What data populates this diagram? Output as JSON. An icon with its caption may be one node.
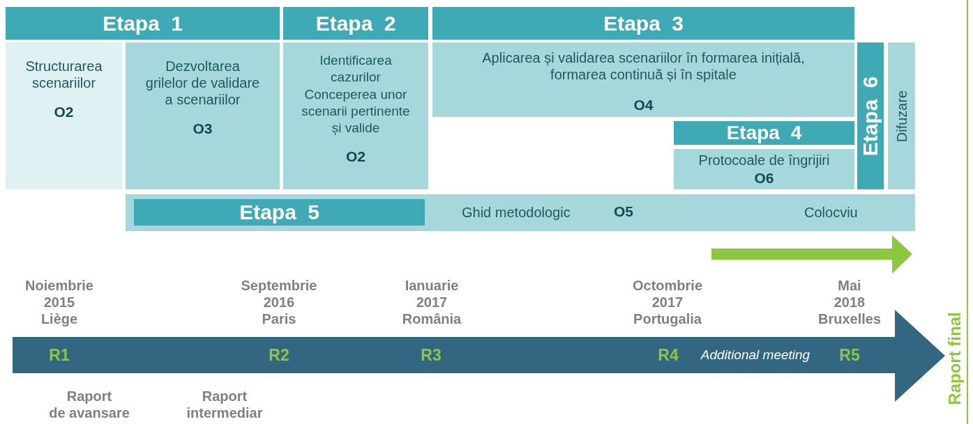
{
  "diagram": {
    "nodes": [
      {
        "text": [
          "Etapa 1"
        ]
      },
      {
        "text": [
          "Etapa 2"
        ]
      },
      {
        "text": [
          "Etapa 3"
        ]
      },
      {
        "text": [
          "Structurarea scenariilor",
          "O2"
        ]
      },
      {
        "text": [
          "Dezvoltarea grilelor de validare a scenariilor",
          "O3"
        ]
      },
      {
        "text": [
          "Identificarea cazurilor",
          "Conceperea unor scenarii pertinente și valide",
          "O2"
        ]
      },
      {
        "text": [
          "Aplicarea și validarea scenariilor în formarea inițială, formarea continuă și în spitale",
          "O4"
        ]
      },
      {
        "text": [
          "Etapa 6"
        ]
      },
      {
        "text": [
          "Difuzare"
        ]
      },
      {
        "text": [
          "Etapa 4"
        ]
      },
      {
        "text": [
          "Protocoale de îngrijiri",
          "O6"
        ]
      },
      {
        "text": [
          "Ghid metodologic",
          "O5",
          "Colocviu"
        ]
      },
      {
        "text": [
          "Etapa 5"
        ],
        "in": 11
      },
      {
        "text": [
          "R1",
          "R2",
          "R3",
          "R4",
          "Additional meeting",
          "R5"
        ]
      }
    ],
    "labels": [
      "Noiembrie 2015 Liège",
      "Septembrie 2016 Paris",
      "Ianuarie 2017 România",
      "Octombrie 2017 Portugalia",
      "Mai 2018 Bruxelles",
      "Raport de avansare",
      "Raport intermediar",
      "Raport final"
    ]
  }
}
